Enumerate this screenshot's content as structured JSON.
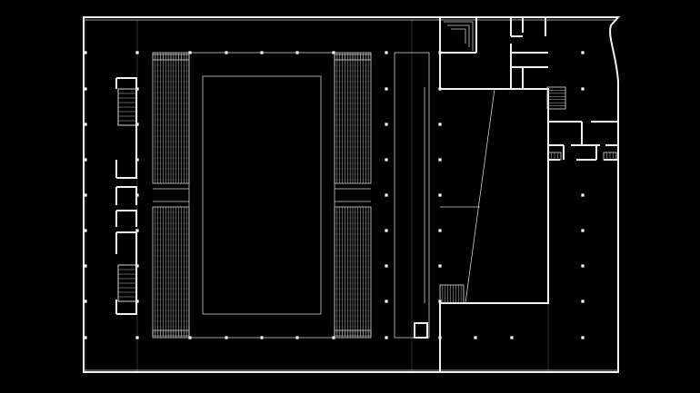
{
  "drawing": {
    "background": "#000000",
    "line_color": "#f2f2f2",
    "grid_color": "#3a3a3a"
  },
  "elements": [
    "outer-wall",
    "grid-lines",
    "structural-columns",
    "seating-blocks",
    "arena-floor",
    "west-core",
    "corridor",
    "east-annex",
    "stairs"
  ]
}
